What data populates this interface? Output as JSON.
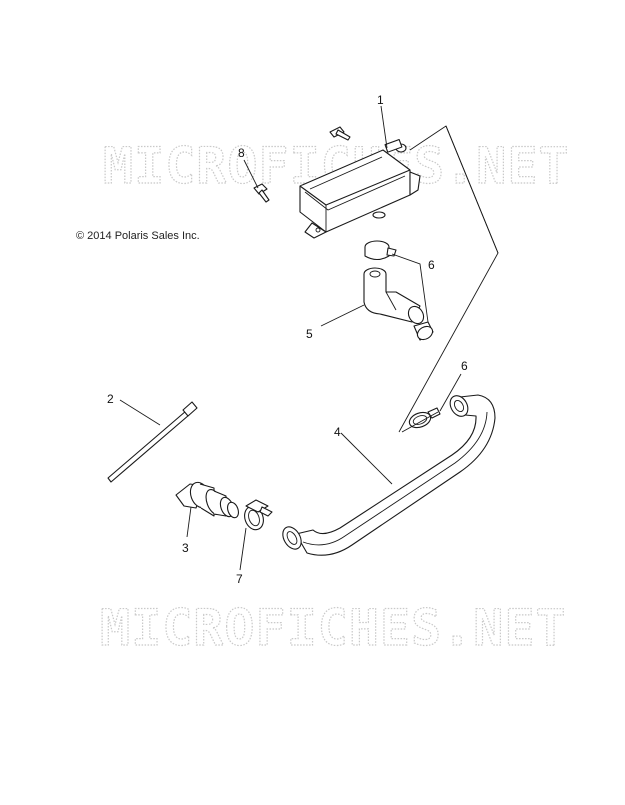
{
  "copyright": "© 2014 Polaris Sales Inc.",
  "watermark": "MICROFICHES.NET",
  "callouts": {
    "c1": "1",
    "c2": "2",
    "c3": "3",
    "c4": "4",
    "c5": "5",
    "c6a": "6",
    "c6b": "6",
    "c7": "7",
    "c8": "8"
  },
  "colors": {
    "line": "#1a1a1a",
    "watermark": "#c9c9c9",
    "background": "#ffffff"
  }
}
